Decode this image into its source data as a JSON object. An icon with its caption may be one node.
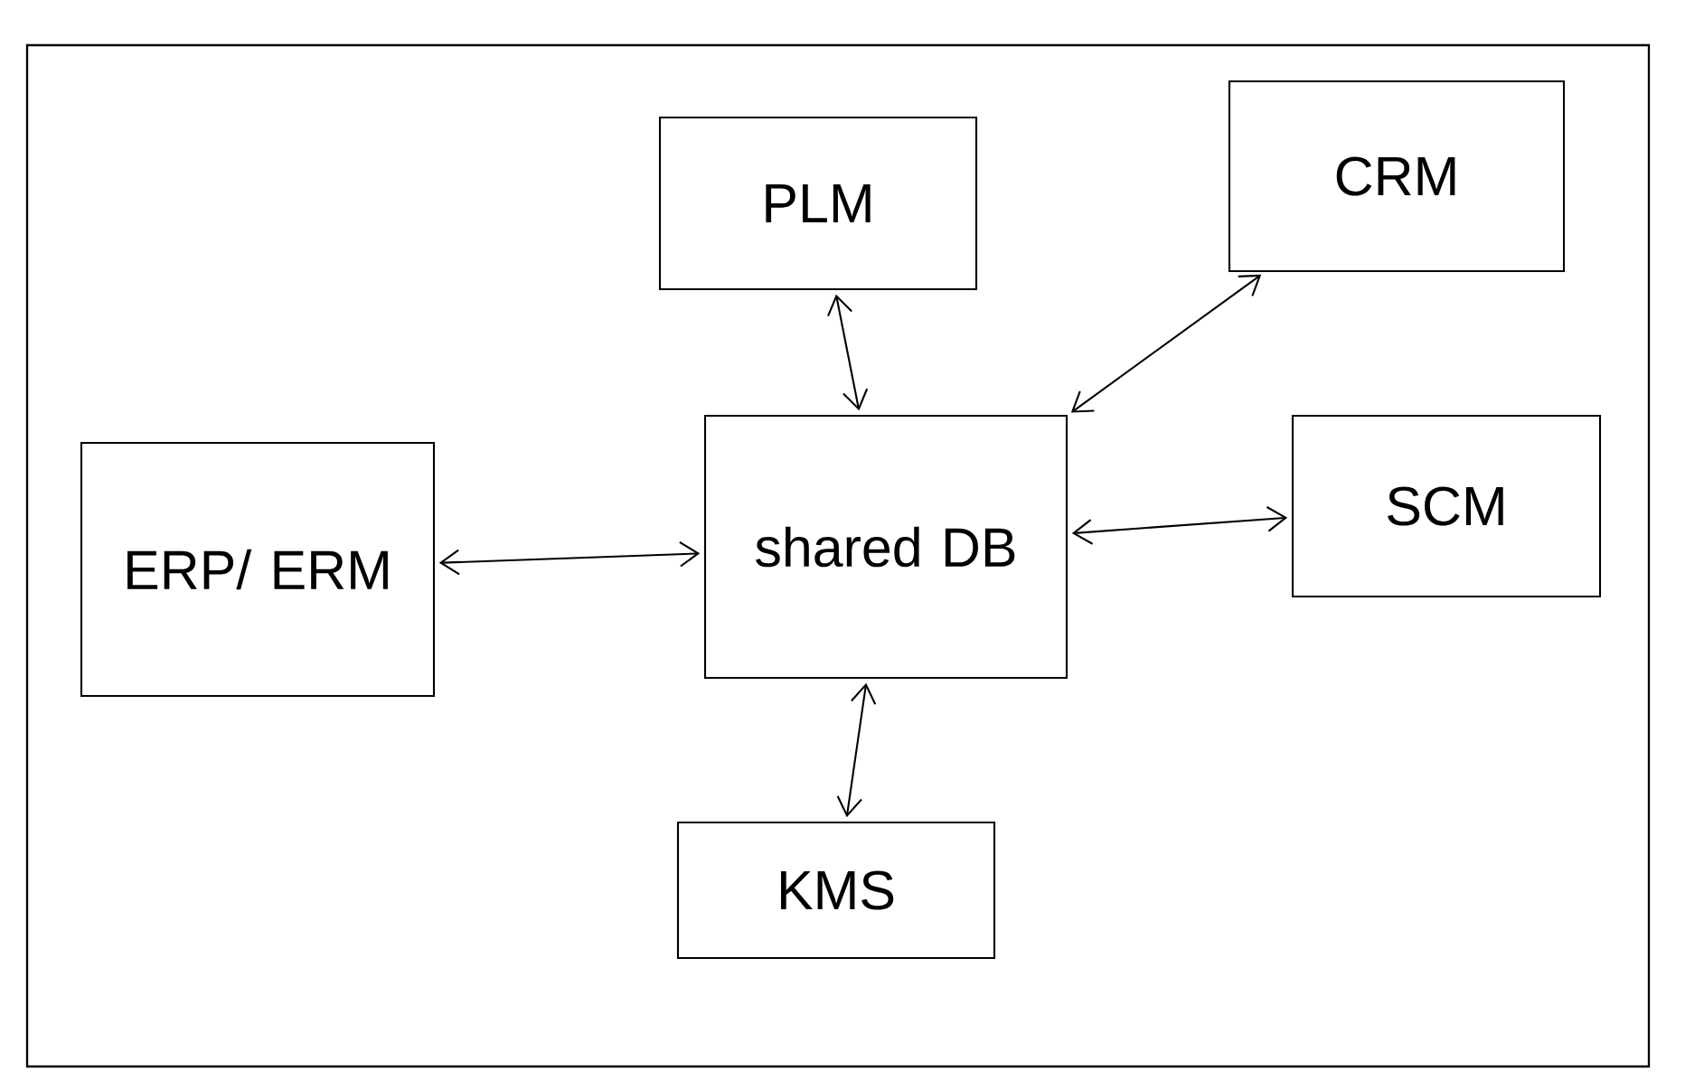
{
  "diagram": {
    "nodes": [
      {
        "text": [],
        "shape": "box"
      },
      {
        "text": [
          "PLM"
        ],
        "in": 0
      },
      {
        "text": [
          "CRM"
        ],
        "in": 0
      },
      {
        "text": [
          "ERP/ ERM"
        ],
        "in": 0
      },
      {
        "text": [
          "shared DB"
        ],
        "in": 0
      },
      {
        "text": [
          "SCM"
        ],
        "in": 0
      },
      {
        "text": [
          "KMS"
        ],
        "in": 0
      }
    ],
    "edges": [
      {
        "from": 4,
        "to": 1,
        "arrow": "both"
      },
      {
        "from": 4,
        "to": 2,
        "arrow": "both"
      },
      {
        "from": 3,
        "to": 4,
        "arrow": "both"
      },
      {
        "from": 4,
        "to": 5,
        "arrow": "both"
      },
      {
        "from": 4,
        "to": 6,
        "arrow": "both"
      }
    ]
  }
}
